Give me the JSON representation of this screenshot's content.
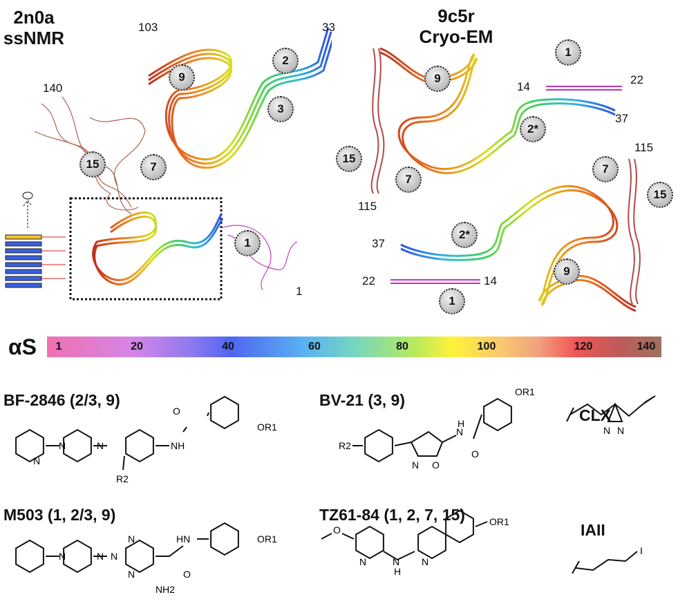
{
  "left_panel": {
    "title_line1": "2n0a",
    "title_line2": "ssNMR",
    "residue_labels": [
      "103",
      "33",
      "140",
      "1"
    ],
    "badges": [
      "9",
      "2",
      "3",
      "7",
      "15",
      "1"
    ]
  },
  "right_panel": {
    "title_line1": "9c5r",
    "title_line2": "Cryo-EM",
    "residue_labels": [
      "14",
      "22",
      "37",
      "115",
      "115",
      "37",
      "22",
      "14"
    ],
    "badges": [
      "1",
      "9",
      "2*",
      "15",
      "7",
      "7",
      "15",
      "2*",
      "9",
      "1"
    ]
  },
  "colorbar": {
    "label": "αS",
    "ticks": [
      "1",
      "20",
      "40",
      "60",
      "80",
      "100",
      "120",
      "140"
    ],
    "colors": [
      "#f070b0",
      "#d585e6",
      "#4f66f0",
      "#5ab2f2",
      "#b8ea5a",
      "#fff23a",
      "#f05656",
      "#9c7260"
    ]
  },
  "compounds": [
    {
      "name": "BF-2846 (2/3, 9)",
      "atoms": [
        "N",
        "N",
        "N",
        "NH",
        "O",
        "OR1",
        "R2"
      ]
    },
    {
      "name": "BV-21 (3, 9)",
      "atoms": [
        "R2",
        "N",
        "O",
        "N",
        "H",
        "O",
        "OR1"
      ]
    },
    {
      "name": "CLX",
      "atoms": [
        "N",
        "N"
      ]
    },
    {
      "name": "M503 (1, 2/3, 9)",
      "atoms": [
        "N",
        "N",
        "N",
        "N",
        "N",
        "HN",
        "O",
        "NH2",
        "OR1"
      ]
    },
    {
      "name": "TZ61-84 (1, 2, 7, 15)",
      "atoms": [
        "O",
        "N",
        "N",
        "H",
        "N",
        "OR1"
      ]
    },
    {
      "name": "IAII",
      "atoms": [
        "I"
      ]
    }
  ]
}
